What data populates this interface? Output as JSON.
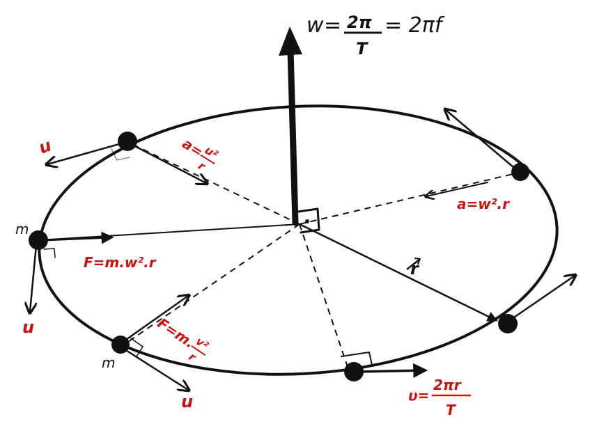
{
  "labels": {
    "omega_lhs": "w",
    "omega_num": "2π",
    "omega_den": "T",
    "omega_rhs": "= 2πf",
    "acc_top": "a=",
    "acc_top_num": "u²",
    "acc_top_den": "r",
    "acc_right": "a=w².r",
    "force_left": "F=m.w².r",
    "force_bottom": "F=m.",
    "force_bottom_num": "v²",
    "force_bottom_den": "r",
    "radius": "r",
    "mass_left": "m",
    "mass_bottom": "m",
    "vel_upper_left": "u",
    "vel_left": "u",
    "vel_bottom_left": "u",
    "vel_bottom_lhs": "υ=",
    "vel_bottom_num": "2πr",
    "vel_bottom_den": "T"
  },
  "colors": {
    "ink": "#111111",
    "red": "#cc1111"
  }
}
